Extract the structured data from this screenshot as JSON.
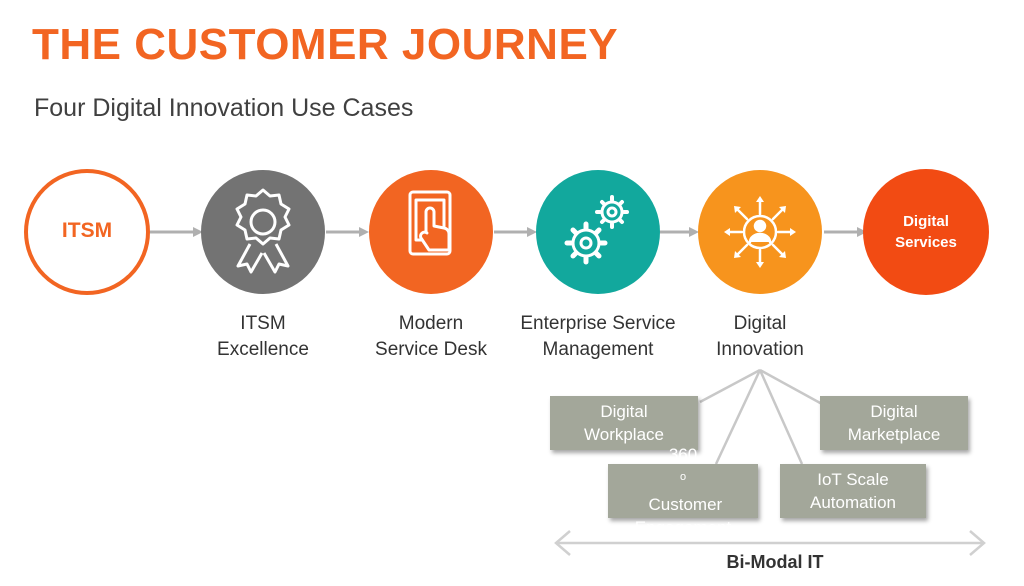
{
  "header": {
    "title": "THE CUSTOMER JOURNEY",
    "subtitle": "Four Digital Innovation Use Cases"
  },
  "steps": [
    {
      "circle_text": "ITSM",
      "color": "#f26522",
      "style": "outline"
    },
    {
      "label_line1": "ITSM",
      "label_line2": "Excellence",
      "color": "#737373",
      "icon": "award-ribbon-icon"
    },
    {
      "label_line1": "Modern",
      "label_line2": "Service Desk",
      "color": "#f26522",
      "icon": "tablet-touch-icon"
    },
    {
      "label_line1": "Enterprise Service",
      "label_line2": "Management",
      "color": "#12a89d",
      "icon": "gears-icon"
    },
    {
      "label_line1": "Digital",
      "label_line2": "Innovation",
      "color": "#f7941d",
      "icon": "person-network-icon"
    },
    {
      "circle_line1": "Digital",
      "circle_line2": "Services",
      "color": "#f24b13"
    }
  ],
  "use_cases": [
    {
      "line1": "Digital",
      "line2": "Workplace"
    },
    {
      "line1_main": "360",
      "line1_sup": "o",
      "line1_rest": " Customer",
      "line2": "Engagement"
    },
    {
      "line1": "IoT Scale",
      "line2": "Automation"
    },
    {
      "line1": "Digital",
      "line2": "Marketplace"
    }
  ],
  "bimodal_label": "Bi-Modal IT",
  "colors": {
    "accent": "#f26522",
    "box_fill": "#a3a79a",
    "connector": "#c8c8c8"
  }
}
